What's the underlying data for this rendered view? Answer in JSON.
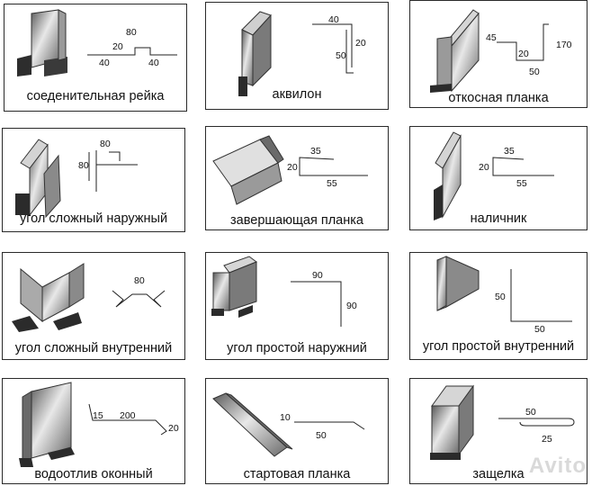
{
  "cards": [
    {
      "label": "соеденительная рейка",
      "dims": [
        "80",
        "20",
        "40",
        "40"
      ]
    },
    {
      "label": "аквилон",
      "dims": [
        "40",
        "20",
        "50"
      ]
    },
    {
      "label": "откосная планка",
      "dims": [
        "45",
        "170",
        "20",
        "50"
      ]
    },
    {
      "label": "угол сложный наружный",
      "dims": [
        "80",
        "80"
      ]
    },
    {
      "label": "завершающая планка",
      "dims": [
        "35",
        "20",
        "55"
      ]
    },
    {
      "label": "наличник",
      "dims": [
        "35",
        "20",
        "55"
      ]
    },
    {
      "label": "угол сложный внутренний",
      "dims": [
        "80"
      ]
    },
    {
      "label": "угол простой наружний",
      "dims": [
        "90",
        "90"
      ]
    },
    {
      "label": "угол простой внутренний",
      "dims": [
        "50",
        "50"
      ]
    },
    {
      "label": "водоотлив оконный",
      "dims": [
        "15",
        "200",
        "20"
      ]
    },
    {
      "label": "стартовая планка",
      "dims": [
        "10",
        "50"
      ]
    },
    {
      "label": "защелка",
      "dims": [
        "50",
        "25"
      ]
    }
  ],
  "watermark": "Avito",
  "colors": {
    "border": "#2a2a2a",
    "profile": "#8e8e8e",
    "profile_dark": "#2b2b2b"
  }
}
